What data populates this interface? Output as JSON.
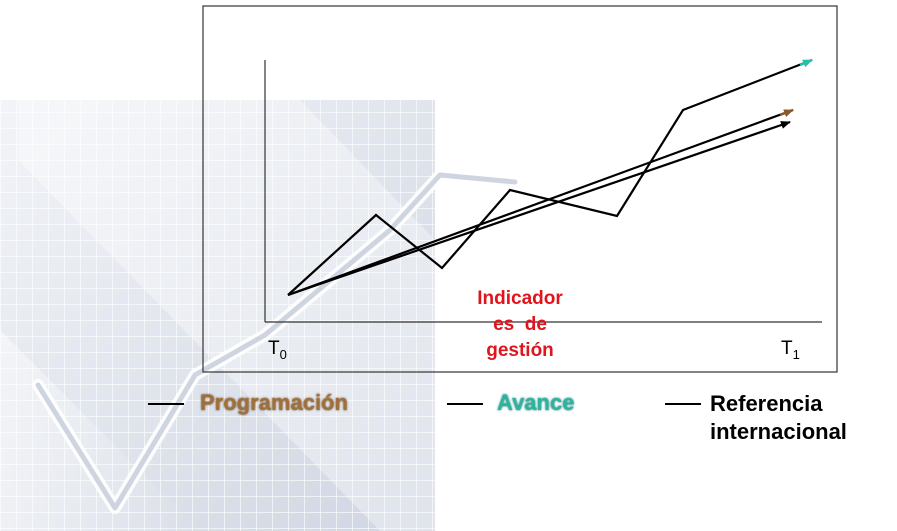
{
  "diagram": {
    "indicator_lines": [
      "Indicador",
      "es  de",
      "gestión"
    ],
    "t0": {
      "base": "T",
      "sub": "0"
    },
    "t1": {
      "base": "T",
      "sub": "1"
    }
  },
  "legend": {
    "programacion": {
      "label": "Programación",
      "color": "#a0703c"
    },
    "avance": {
      "label": "Avance",
      "color": "#2bb5a0"
    },
    "referencia": {
      "lines": [
        "Referencia",
        "internacional"
      ],
      "color": "#000000"
    }
  },
  "colors": {
    "arrow_programacion": "#8b5a2b",
    "arrow_avance": "#22c1a8",
    "arrow_referencia": "#000000",
    "indicator_text": "#e0141c"
  }
}
